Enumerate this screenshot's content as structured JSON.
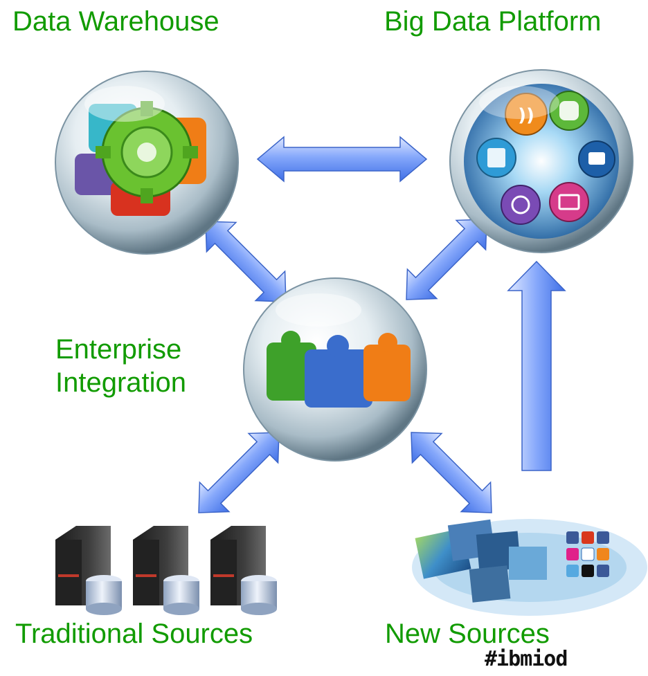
{
  "nodes": {
    "data_warehouse": {
      "label": "Data Warehouse",
      "icon": "puzzle-gear-icon"
    },
    "big_data_platform": {
      "label": "Big Data Platform",
      "icon": "app-bubbles-icon"
    },
    "enterprise_integration": {
      "label_line1": "Enterprise",
      "label_line2": "Integration",
      "icon": "puzzle-pieces-icon"
    },
    "traditional_sources": {
      "label": "Traditional Sources",
      "icon": "servers-database-icon"
    },
    "new_sources": {
      "label": "New Sources",
      "icon": "social-media-screens-icon"
    }
  },
  "edges": [
    {
      "from": "data_warehouse",
      "to": "big_data_platform",
      "style": "bidirectional"
    },
    {
      "from": "data_warehouse",
      "to": "enterprise_integration",
      "style": "bidirectional"
    },
    {
      "from": "big_data_platform",
      "to": "enterprise_integration",
      "style": "bidirectional"
    },
    {
      "from": "enterprise_integration",
      "to": "traditional_sources",
      "style": "bidirectional"
    },
    {
      "from": "enterprise_integration",
      "to": "new_sources",
      "style": "bidirectional"
    },
    {
      "from": "new_sources",
      "to": "big_data_platform",
      "style": "one-way"
    }
  ],
  "hashtag": "#ibmiod",
  "colors": {
    "label_green": "#119b00",
    "arrow_blue": "#4f7ff0",
    "arrow_light": "#c9d9ff",
    "sphere_edge": "#6d8796"
  }
}
